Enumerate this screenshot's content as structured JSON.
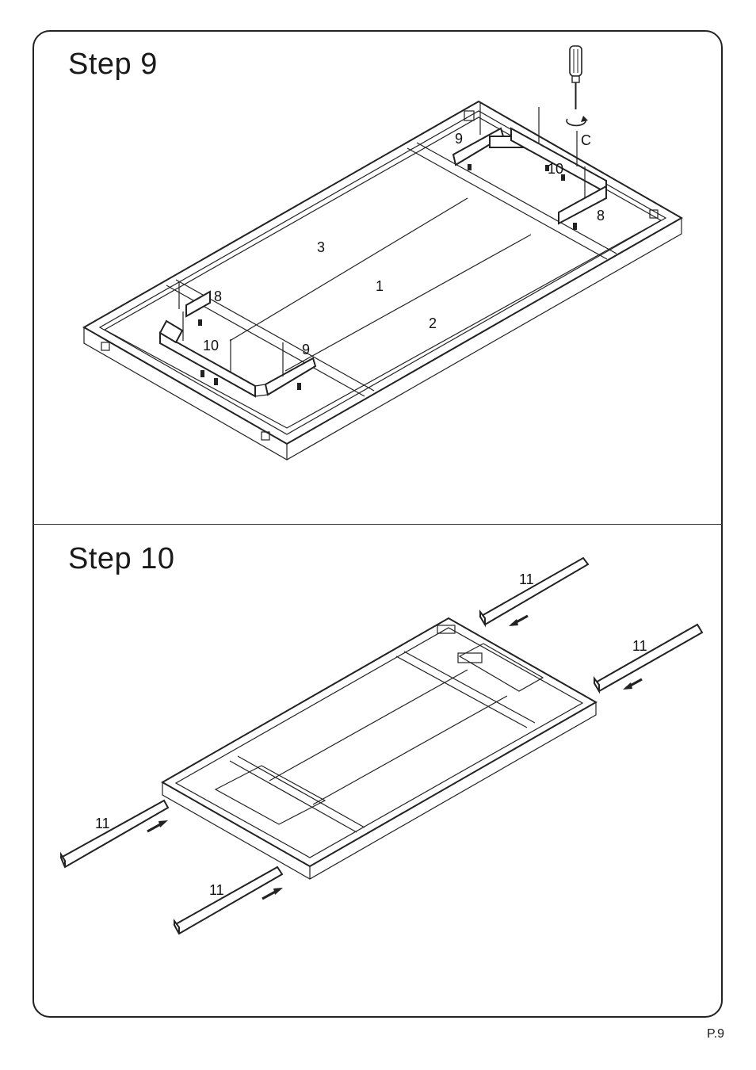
{
  "steps": [
    {
      "title": "Step  9",
      "labels": {
        "part_9_right": "9",
        "part_c": "C",
        "part_10_right": "10",
        "part_8_right": "8",
        "part_3": "3",
        "part_1": "1",
        "part_2": "2",
        "part_8_left": "8",
        "part_10_left": "10",
        "part_9_left": "9"
      },
      "icons": [
        "screwdriver-icon",
        "rotate-arrow-icon"
      ]
    },
    {
      "title": "Step  10",
      "labels": {
        "rail_top": "11",
        "rail_right": "11",
        "rail_left": "11",
        "rail_bottom": "11"
      },
      "icons": [
        "arrow-icon"
      ]
    }
  ],
  "page_number": "P.9"
}
